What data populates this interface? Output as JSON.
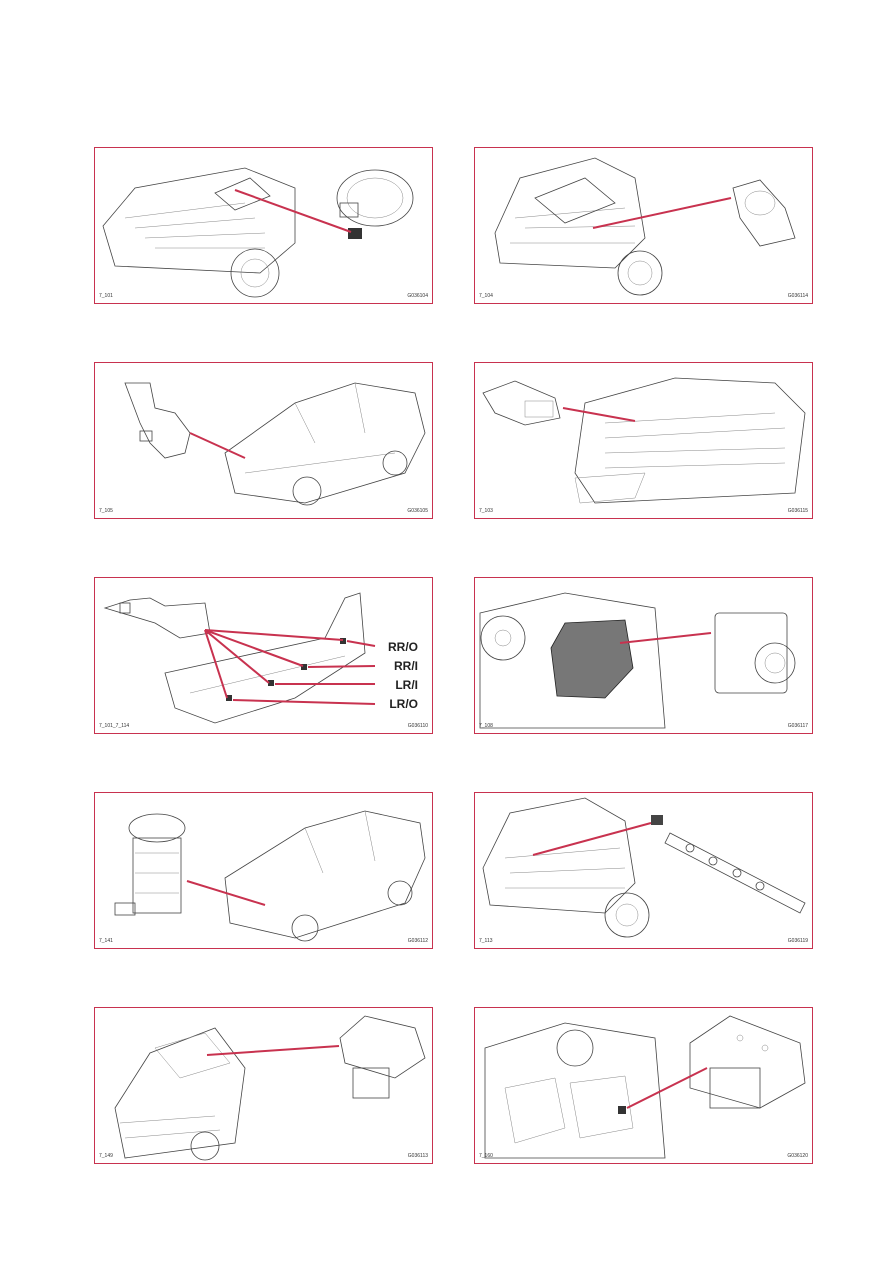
{
  "accent_color": "#c8324f",
  "panels": [
    {
      "caption_left": "7_101",
      "caption_right": "G036104"
    },
    {
      "caption_left": "7_104",
      "caption_right": "G036114"
    },
    {
      "caption_left": "7_105",
      "caption_right": "G036105"
    },
    {
      "caption_left": "7_103",
      "caption_right": "G036115"
    },
    {
      "caption_left": "7_101_7_114",
      "caption_right": "G036110",
      "connector_labels": [
        "RR/O",
        "RR/I",
        "LR/I",
        "LR/O"
      ]
    },
    {
      "caption_left": "7_108",
      "caption_right": "G036117"
    },
    {
      "caption_left": "7_141",
      "caption_right": "G036112"
    },
    {
      "caption_left": "7_113",
      "caption_right": "G036119"
    },
    {
      "caption_left": "7_149",
      "caption_right": "G036113"
    },
    {
      "caption_left": "7_160",
      "caption_right": "G036120"
    }
  ]
}
